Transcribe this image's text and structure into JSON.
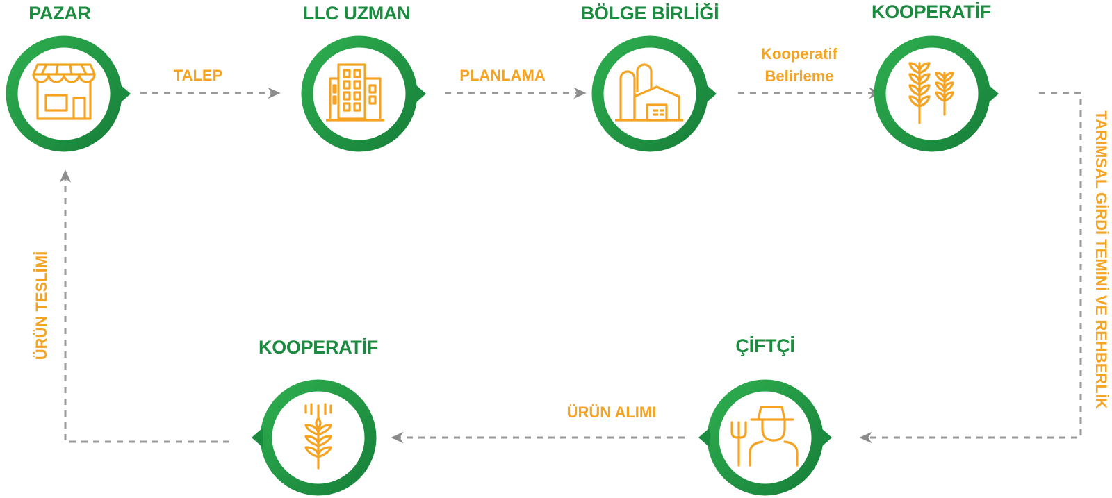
{
  "colors": {
    "green_dark": "#1b8b3f",
    "green_light": "#2eae4f",
    "orange": "#f5a323",
    "arrow_gray": "#8c8c8c"
  },
  "nodes": [
    {
      "id": "pazar",
      "title": "PAZAR",
      "icon": "market-stall-icon"
    },
    {
      "id": "llc-uzman",
      "title": "LLC UZMAN",
      "icon": "office-building-icon"
    },
    {
      "id": "bolge-birligi",
      "title": "BÖLGE BİRLİĞİ",
      "icon": "farm-silo-icon"
    },
    {
      "id": "kooperatif-top",
      "title": "KOOPERATİF",
      "icon": "wheat-icon"
    },
    {
      "id": "ciftci",
      "title": "ÇİFTÇİ",
      "icon": "farmer-pitchfork-icon"
    },
    {
      "id": "kooperatif-bottom",
      "title": "KOOPERATİF",
      "icon": "grain-icon"
    }
  ],
  "edges": [
    {
      "from": "pazar",
      "to": "llc-uzman",
      "label": "TALEP"
    },
    {
      "from": "llc-uzman",
      "to": "bolge-birligi",
      "label": "PLANLAMA"
    },
    {
      "from": "bolge-birligi",
      "to": "kooperatif-top",
      "label_lines": [
        "Kooperatif",
        "Belirleme"
      ]
    },
    {
      "from": "kooperatif-top",
      "to": "ciftci",
      "label": "TARIMSAL GİRDİ TEMİNİ VE REHBERLİK"
    },
    {
      "from": "ciftci",
      "to": "kooperatif-bottom",
      "label": "ÜRÜN ALIMI"
    },
    {
      "from": "kooperatif-bottom",
      "to": "pazar",
      "label": "ÜRÜN TESLİMİ"
    }
  ]
}
